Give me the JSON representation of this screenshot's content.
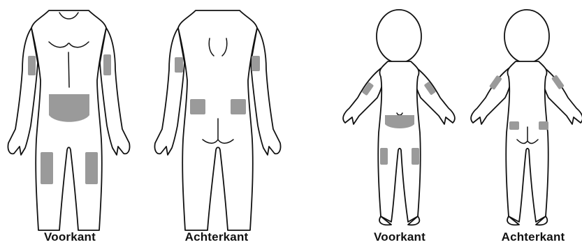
{
  "labels": {
    "adult_front": "Voorkant",
    "adult_back": "Achterkant",
    "child_front": "Voorkant",
    "child_back": "Achterkant"
  },
  "colors": {
    "injection_site": "#9a9a9a",
    "outline": "#111111",
    "background": "#ffffff"
  }
}
